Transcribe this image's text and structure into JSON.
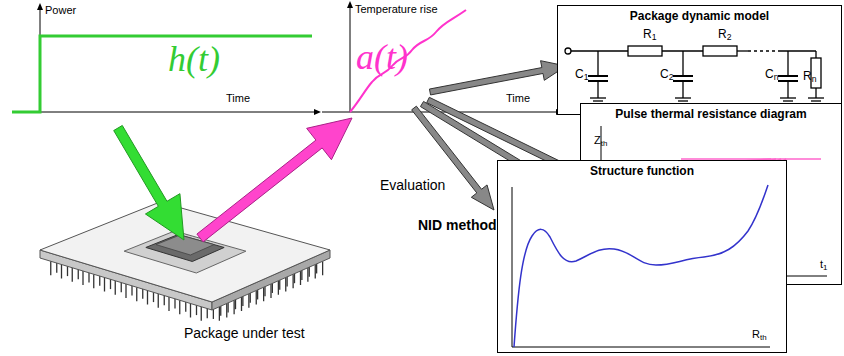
{
  "diagram": {
    "nodes": [
      {
        "text": [
          "Package dynamic model"
        ]
      },
      {
        "text": [
          "Pulse thermal resistance diagram"
        ]
      },
      {
        "text": [
          "Structure function"
        ]
      }
    ],
    "labels": [
      "Power",
      "Time",
      "h(t)",
      "Temperature rise",
      "Time",
      "a(t)",
      "C1",
      "R1",
      "R2",
      "C2",
      "Cn",
      "Rn",
      "Zth",
      "t1",
      "Evaluation",
      "NID method",
      "Package under test",
      "Rth"
    ]
  }
}
